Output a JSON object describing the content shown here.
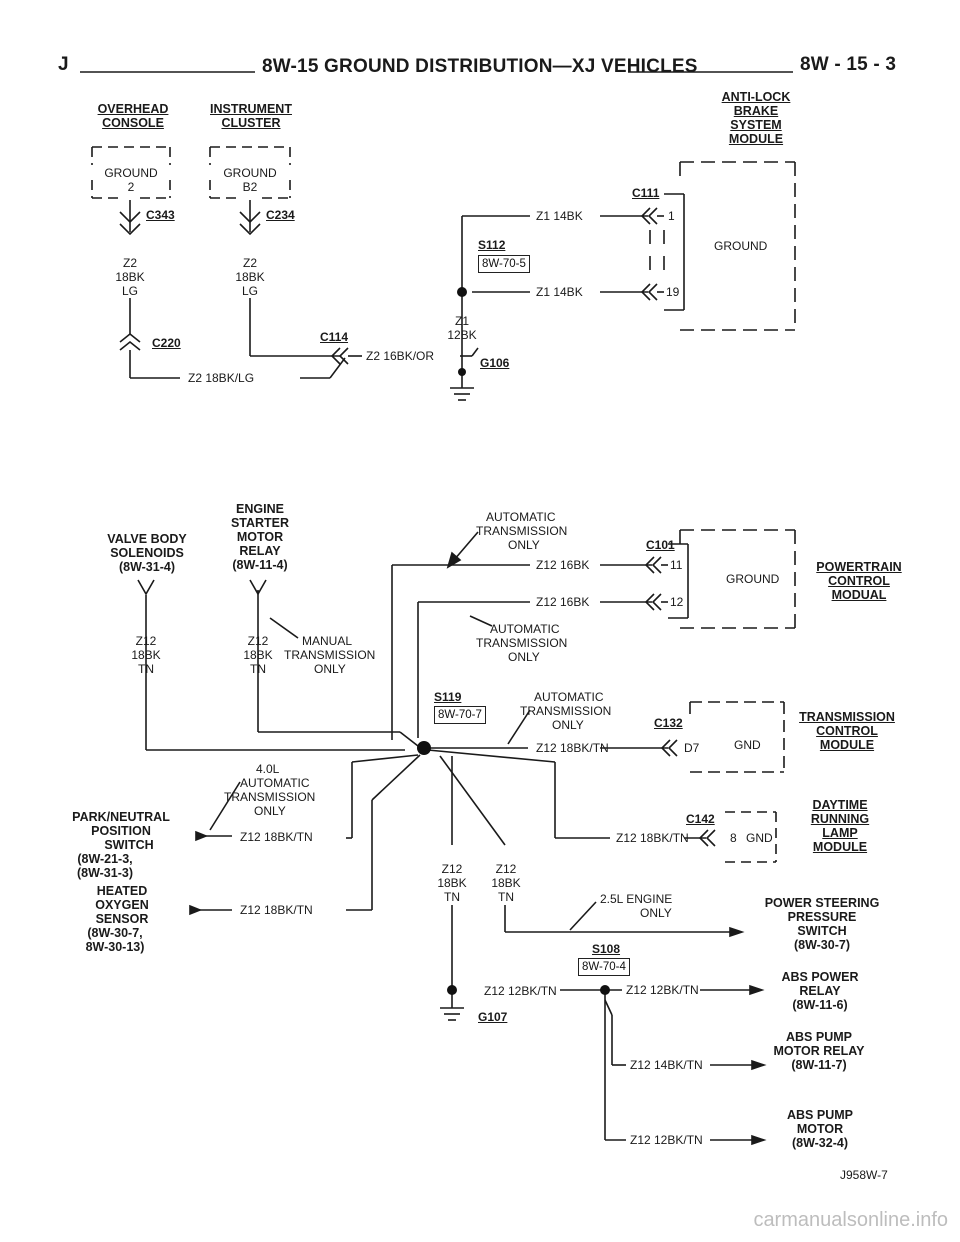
{
  "header": {
    "left_letter": "J",
    "title": "8W-15 GROUND DISTRIBUTION—XJ VEHICLES",
    "page_ref": "8W - 15 - 3"
  },
  "top_section": {
    "overhead_console": {
      "name_lines": [
        "OVERHEAD",
        "CONSOLE"
      ],
      "pin_lines": [
        "GROUND",
        "2"
      ],
      "connector": "C343",
      "wire_lines": [
        "Z2",
        "18BK",
        "LG"
      ]
    },
    "instrument_cluster": {
      "name_lines": [
        "INSTRUMENT",
        "CLUSTER"
      ],
      "pin_lines": [
        "GROUND",
        "B2"
      ],
      "connector": "C234",
      "wire_lines": [
        "Z2",
        "18BK",
        "LG"
      ]
    },
    "c220": "C220",
    "c114": "C114",
    "wire_z2_18bklg": "Z2 18BK/LG",
    "wire_z2_16bkor": "Z2 16BK/OR",
    "g106": "G106",
    "s112": "S112",
    "s112_ref": "8W-70-5",
    "z1_wire_lines": [
      "Z1",
      "12BK"
    ],
    "wire_z1_top": "Z1 14BK",
    "wire_z1_bottom": "Z1 14BK",
    "abs_module": {
      "name_lines": [
        "ANTI-LOCK",
        "BRAKE",
        "SYSTEM",
        "MODULE"
      ],
      "connector": "C111",
      "pin_top": "1",
      "pin_bottom": "19",
      "ground_label": "GROUND"
    }
  },
  "bottom_section": {
    "valve_body": {
      "name_lines": [
        "VALVE BODY",
        "SOLENOIDS",
        "(8W-31-4)"
      ],
      "wire_lines": [
        "Z12",
        "18BK",
        "TN"
      ]
    },
    "starter_relay": {
      "name_lines": [
        "ENGINE",
        "STARTER",
        "MOTOR",
        "RELAY",
        "(8W-11-4)"
      ],
      "wire_lines": [
        "Z12",
        "18BK",
        "TN"
      ],
      "note_lines": [
        "MANUAL",
        "TRANSMISSION",
        "ONLY"
      ]
    },
    "auto_trans_note_1": [
      "AUTOMATIC",
      "TRANSMISSION",
      "ONLY"
    ],
    "auto_trans_note_2": [
      "AUTOMATIC",
      "TRANSMISSION",
      "ONLY"
    ],
    "auto_trans_note_3": [
      "AUTOMATIC",
      "TRANSMISSION",
      "ONLY"
    ],
    "pcm": {
      "name_lines": [
        "POWERTRAIN",
        "CONTROL",
        "MODUAL"
      ],
      "connector": "C101",
      "pin_top": "11",
      "pin_bottom": "12",
      "ground_label": "GROUND",
      "wire_top": "Z12 16BK",
      "wire_bottom": "Z12 16BK"
    },
    "s119": "S119",
    "s119_ref": "8W-70-7",
    "tcm": {
      "name_lines": [
        "TRANSMISSION",
        "CONTROL",
        "MODULE"
      ],
      "connector": "C132",
      "pin": "D7",
      "pin_label": "GND",
      "wire": "Z12 18BK/TN"
    },
    "drl": {
      "name_lines": [
        "DAYTIME",
        "RUNNING",
        "LAMP",
        "MODULE"
      ],
      "connector": "C142",
      "pin": "8",
      "pin_label": "GND",
      "wire": "Z12 18BK/TN"
    },
    "note_40l": [
      "4.0L",
      "AUTOMATIC",
      "TRANSMISSION",
      "ONLY"
    ],
    "park_neutral": {
      "name_lines": [
        "PARK/NEUTRAL",
        "POSITION",
        "SWITCH",
        "(8W-21-3,",
        "(8W-31-3)"
      ],
      "wire": "Z12 18BK/TN"
    },
    "heated_o2": {
      "name_lines": [
        "HEATED",
        "OXYGEN",
        "SENSOR",
        "(8W-30-7,",
        "8W-30-13)"
      ],
      "wire": "Z12 18BK/TN"
    },
    "center_wire_a": [
      "Z12",
      "18BK",
      "TN"
    ],
    "center_wire_b": [
      "Z12",
      "18BK",
      "TN"
    ],
    "note_25l": [
      "2.5L ENGINE",
      "ONLY"
    ],
    "power_steering": {
      "name_lines": [
        "POWER STEERING",
        "PRESSURE",
        "SWITCH",
        "(8W-30-7)"
      ]
    },
    "s108": "S108",
    "s108_ref": "8W-70-4",
    "wire_g107": "Z12 12BK/TN",
    "g107": "G107",
    "abs_power_relay": {
      "name_lines": [
        "ABS POWER",
        "RELAY",
        "(8W-11-6)"
      ],
      "wire": "Z12 12BK/TN"
    },
    "abs_pump_relay": {
      "name_lines": [
        "ABS PUMP",
        "MOTOR RELAY",
        "(8W-11-7)"
      ],
      "wire": "Z12 14BK/TN"
    },
    "abs_pump_motor": {
      "name_lines": [
        "ABS PUMP",
        "MOTOR",
        "(8W-32-4)"
      ],
      "wire": "Z12 12BK/TN"
    }
  },
  "figure_id": "J958W-7",
  "watermark": "carmanualsonline.info"
}
